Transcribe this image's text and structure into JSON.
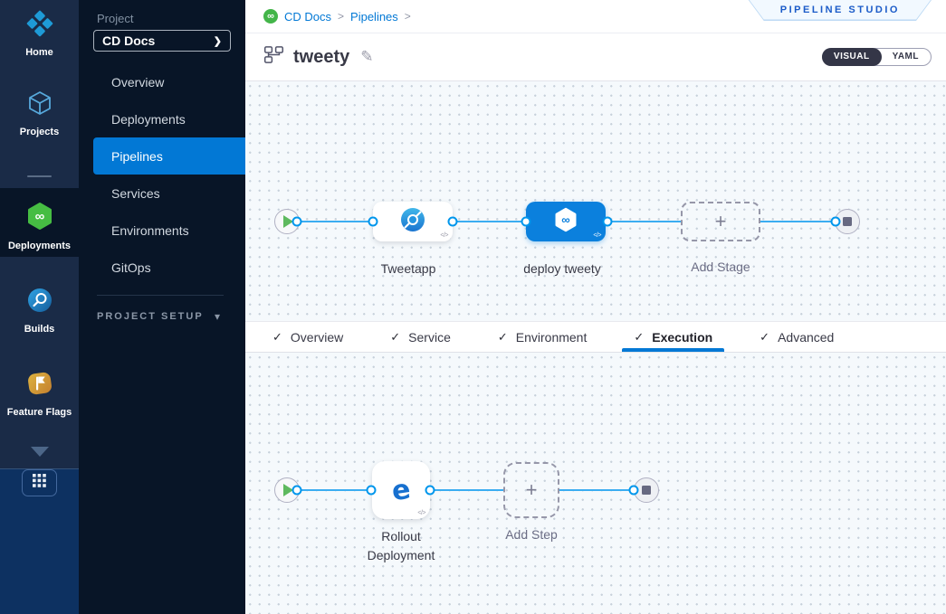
{
  "glyphs": {
    "infinity": "∞",
    "plus": "+",
    "check": "✓",
    "chevron_right": "❯",
    "chevron_down": "▾",
    "breadcrumb_sep": ">",
    "edit": "✎",
    "code": "</>"
  },
  "colors": {
    "accent_blue": "#0278d5",
    "selected_node_blue": "#0b80dd",
    "line_blue": "#3badf1",
    "harness_green": "#43b549",
    "rail_navy": "#1a2b47",
    "sidebar_dark": "#081527"
  },
  "icon_rail": {
    "items": [
      {
        "label": "Home",
        "icon": "harness-home-icon",
        "active": false
      },
      {
        "label": "Projects",
        "icon": "projects-cube-icon",
        "active": false
      },
      {
        "label": "Deployments",
        "icon": "deployments-hexagon-icon",
        "active": true
      },
      {
        "label": "Builds",
        "icon": "builds-circle-icon",
        "active": false
      },
      {
        "label": "Feature Flags",
        "icon": "feature-flags-icon",
        "active": false
      }
    ]
  },
  "sidebar": {
    "project_label": "Project",
    "project_name": "CD Docs",
    "items": [
      {
        "label": "Overview",
        "active": false
      },
      {
        "label": "Deployments",
        "active": false
      },
      {
        "label": "Pipelines",
        "active": true
      },
      {
        "label": "Services",
        "active": false
      },
      {
        "label": "Environments",
        "active": false
      },
      {
        "label": "GitOps",
        "active": false
      }
    ],
    "setup_label": "PROJECT SETUP"
  },
  "header": {
    "breadcrumb": [
      {
        "label": "CD Docs"
      },
      {
        "label": "Pipelines"
      }
    ],
    "studio_badge": "PIPELINE STUDIO",
    "pipeline_name": "tweety",
    "toggle": {
      "visual": "VISUAL",
      "yaml": "YAML"
    }
  },
  "tabs": {
    "items": [
      {
        "label": "Overview",
        "active": false
      },
      {
        "label": "Service",
        "active": false
      },
      {
        "label": "Environment",
        "active": false
      },
      {
        "label": "Execution",
        "active": true
      },
      {
        "label": "Advanced",
        "active": false
      }
    ]
  },
  "stage_canvas": {
    "stages": [
      {
        "name": "Tweetapp",
        "selected": false
      },
      {
        "name": "deploy tweety",
        "selected": true
      }
    ],
    "add_stage_label": "Add Stage"
  },
  "step_canvas": {
    "steps": [
      {
        "name": "Rollout Deployment"
      }
    ],
    "add_step_label": "Add Step"
  }
}
